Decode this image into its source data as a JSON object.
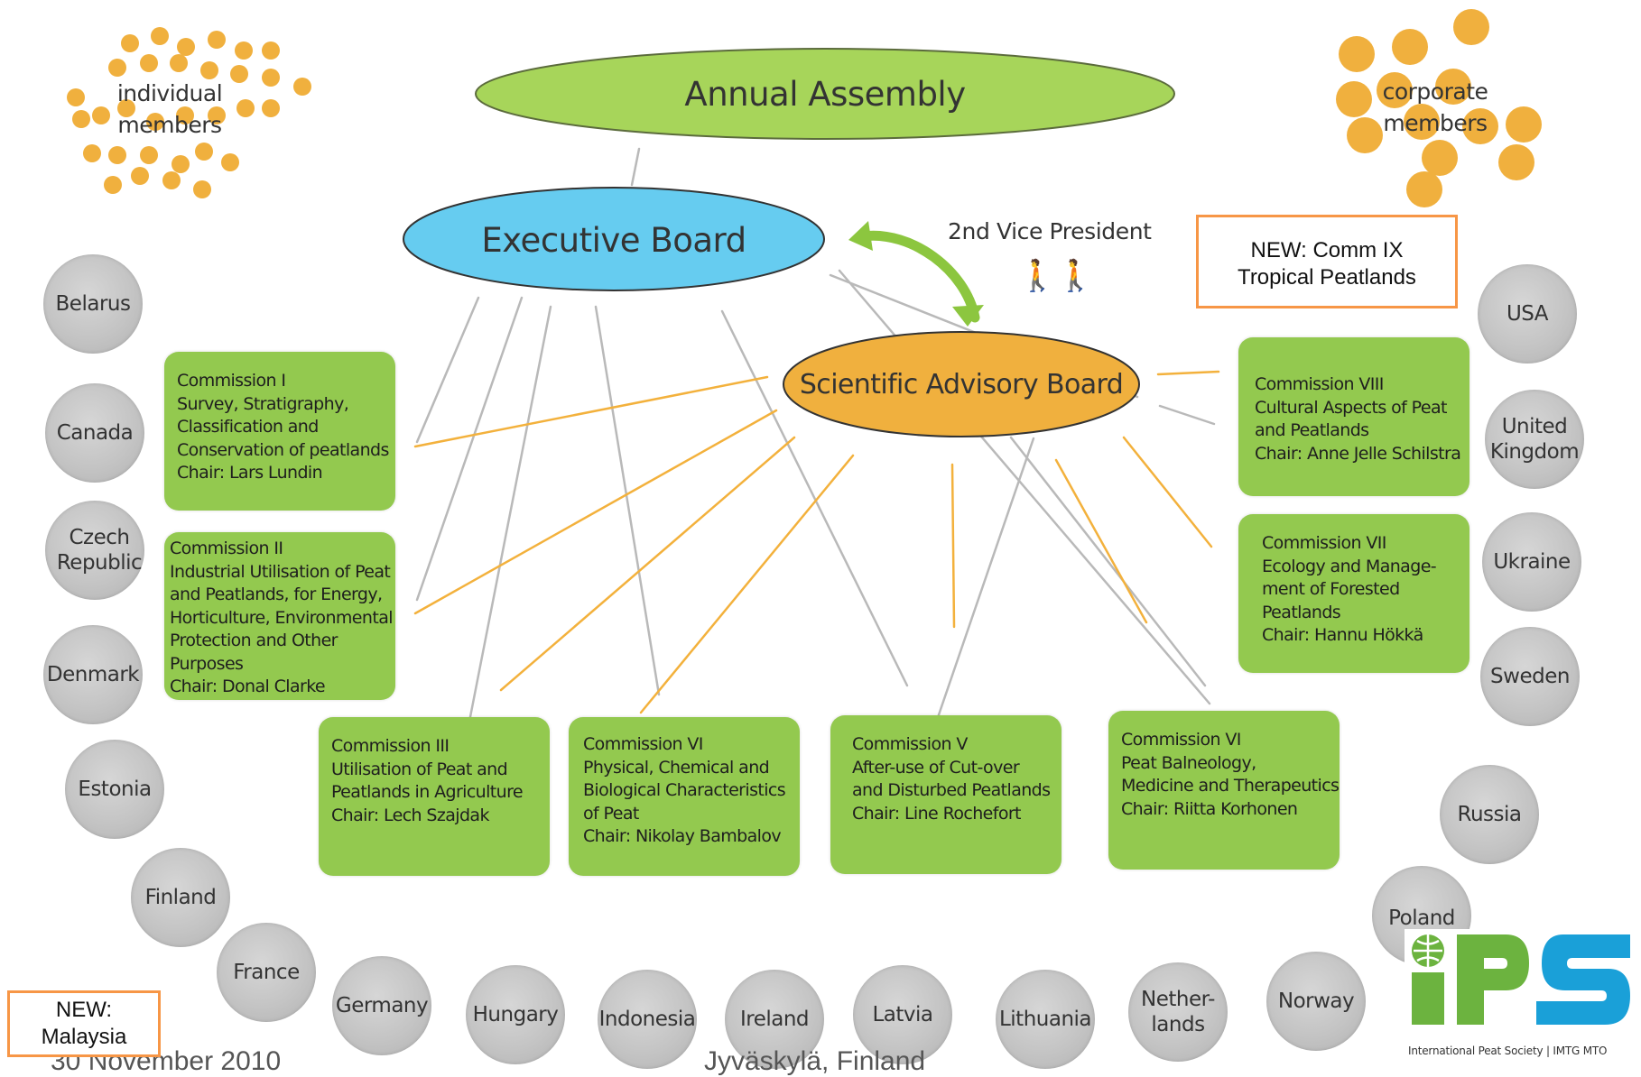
{
  "annual_assembly": "Annual Assembly",
  "executive_board": "Executive Board",
  "scientific_board": "Scientific Advisory Board",
  "vice_president": "2nd Vice President",
  "individual_members": "individual\nmembers",
  "corporate_members": "corporate\nmembers",
  "new_comm": "NEW: Comm IX\nTropical Peatlands",
  "new_malaysia": "NEW:\nMalaysia",
  "commissions": {
    "c1": "Commission I\nSurvey, Stratigraphy,\nClassification and\nConservation of peatlands\nChair: Lars Lundin",
    "c2": "Commission II\nIndustrial Utilisation of Peat\nand Peatlands, for Energy,\nHorticulture, Environmental\nProtection and Other\nPurposes\nChair:  Donal Clarke",
    "c3": "Commission III\nUtilisation of Peat and\nPeatlands in Agriculture\nChair: Lech Szajdak",
    "c4": "Commission VI\nPhysical, Chemical and\nBiological Characteristics\nof Peat\nChair: Nikolay Bambalov",
    "c5": "Commission V\nAfter-use of Cut-over\nand Disturbed Peatlands\nChair: Line Rochefort",
    "c6": "Commission VI\nPeat Balneology,\nMedicine and Therapeutics\nChair: Riitta Korhonen",
    "c7": "Commission VII\nEcology and Manage-\nment of Forested\nPeatlands\nChair: Hannu Hökkä",
    "c8": "Commission VIII\nCultural Aspects of Peat\nand Peatlands\nChair: Anne Jelle Schilstra"
  },
  "countries": {
    "belarus": "Belarus",
    "canada": "Canada",
    "czech": "Czech\nRepublic",
    "denmark": "Denmark",
    "estonia": "Estonia",
    "finland": "Finland",
    "france": "France",
    "germany": "Germany",
    "hungary": "Hungary",
    "indonesia": "Indonesia",
    "ireland": "Ireland",
    "latvia": "Latvia",
    "lithuania": "Lithuania",
    "netherlands": "Nether-\nlands",
    "norway": "Norway",
    "poland": "Poland",
    "russia": "Russia",
    "sweden": "Sweden",
    "ukraine": "Ukraine",
    "uk": "United\nKingdom",
    "usa": "USA"
  },
  "footer": {
    "date": "30 November 2010",
    "place": "Jyväskylä, Finland"
  },
  "logo": {
    "text": "IPS",
    "caption": "International Peat Society  |  IMTG  MTO"
  },
  "colors": {
    "green": "#93c94f",
    "blue": "#66ccf0",
    "orange_board": "#f0b03e",
    "orange_line": "#f3b13c",
    "note_border": "#f79646",
    "dot": "#f0b03e",
    "ips_green": "#6cb33f",
    "ips_blue": "#1aa0d8"
  }
}
